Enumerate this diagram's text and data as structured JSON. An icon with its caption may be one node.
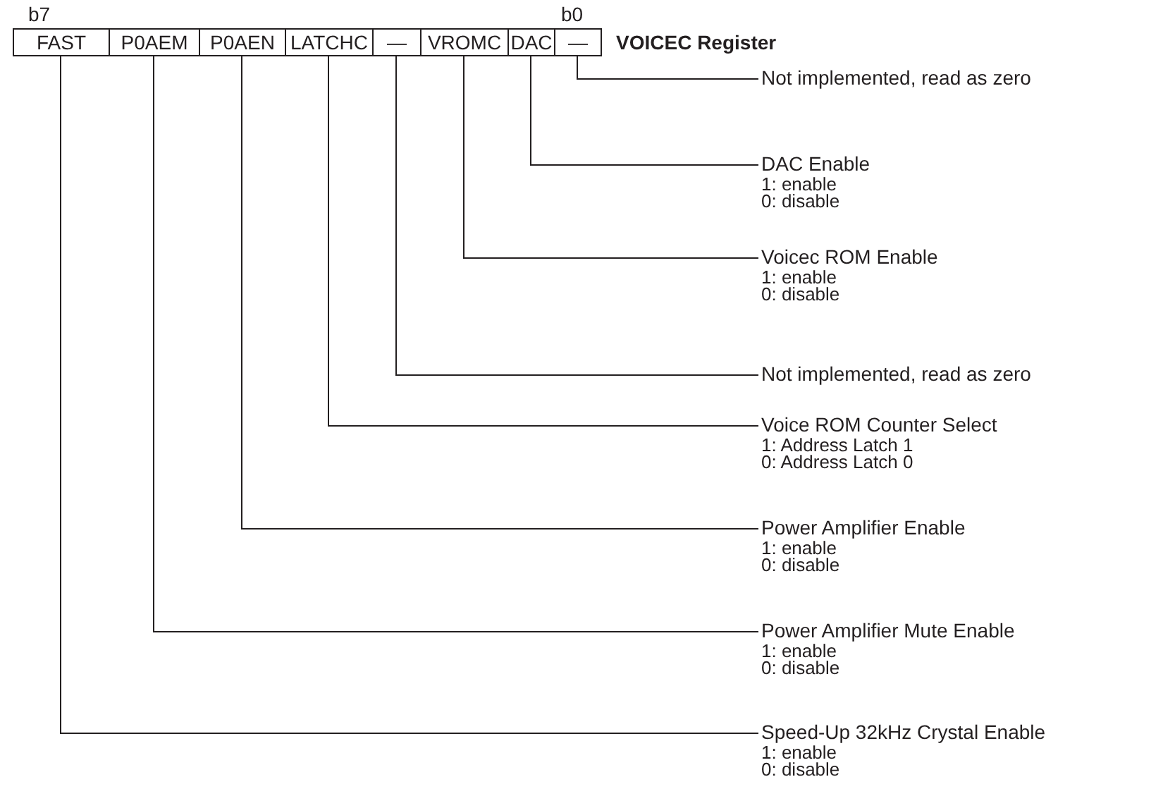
{
  "diagram": {
    "nodes": [
      {
        "text": [
          "FAST"
        ]
      },
      {
        "text": [
          "P0AEM"
        ]
      },
      {
        "text": [
          "P0AEN"
        ]
      },
      {
        "text": [
          "LATCHC"
        ]
      },
      {
        "text": [
          "—"
        ]
      },
      {
        "text": [
          "VROMC"
        ]
      },
      {
        "text": [
          "DAC"
        ]
      },
      {
        "text": [
          "—"
        ]
      },
      {
        "text": [
          "Not implemented, read as zero"
        ]
      },
      {
        "text": [
          "DAC Enable",
          "1: enable",
          "0: disable"
        ]
      },
      {
        "text": [
          "Voicec ROM Enable",
          "1: enable",
          "0: disable"
        ]
      },
      {
        "text": [
          "Not implemented, read as zero"
        ]
      },
      {
        "text": [
          "Voice ROM Counter Select",
          "1: Address Latch 1",
          "0: Address Latch 0"
        ]
      },
      {
        "text": [
          "Power Amplifier Enable",
          "1: enable",
          "0: disable"
        ]
      },
      {
        "text": [
          "Power Amplifier Mute Enable",
          "1: enable",
          "0: disable"
        ]
      },
      {
        "text": [
          "Speed-Up 32kHz Crystal Enable",
          "1: enable",
          "0: disable"
        ]
      }
    ],
    "edges": [
      {
        "from": 7,
        "to": 8,
        "arrow": "none"
      },
      {
        "from": 6,
        "to": 9,
        "arrow": "none"
      },
      {
        "from": 5,
        "to": 10,
        "arrow": "none"
      },
      {
        "from": 4,
        "to": 11,
        "arrow": "none"
      },
      {
        "from": 3,
        "to": 12,
        "arrow": "none"
      },
      {
        "from": 2,
        "to": 13,
        "arrow": "none"
      },
      {
        "from": 1,
        "to": 14,
        "arrow": "none"
      },
      {
        "from": 0,
        "to": 15,
        "arrow": "none"
      }
    ],
    "labels": [
      "b7",
      "b0",
      "VOICEC Register"
    ]
  }
}
